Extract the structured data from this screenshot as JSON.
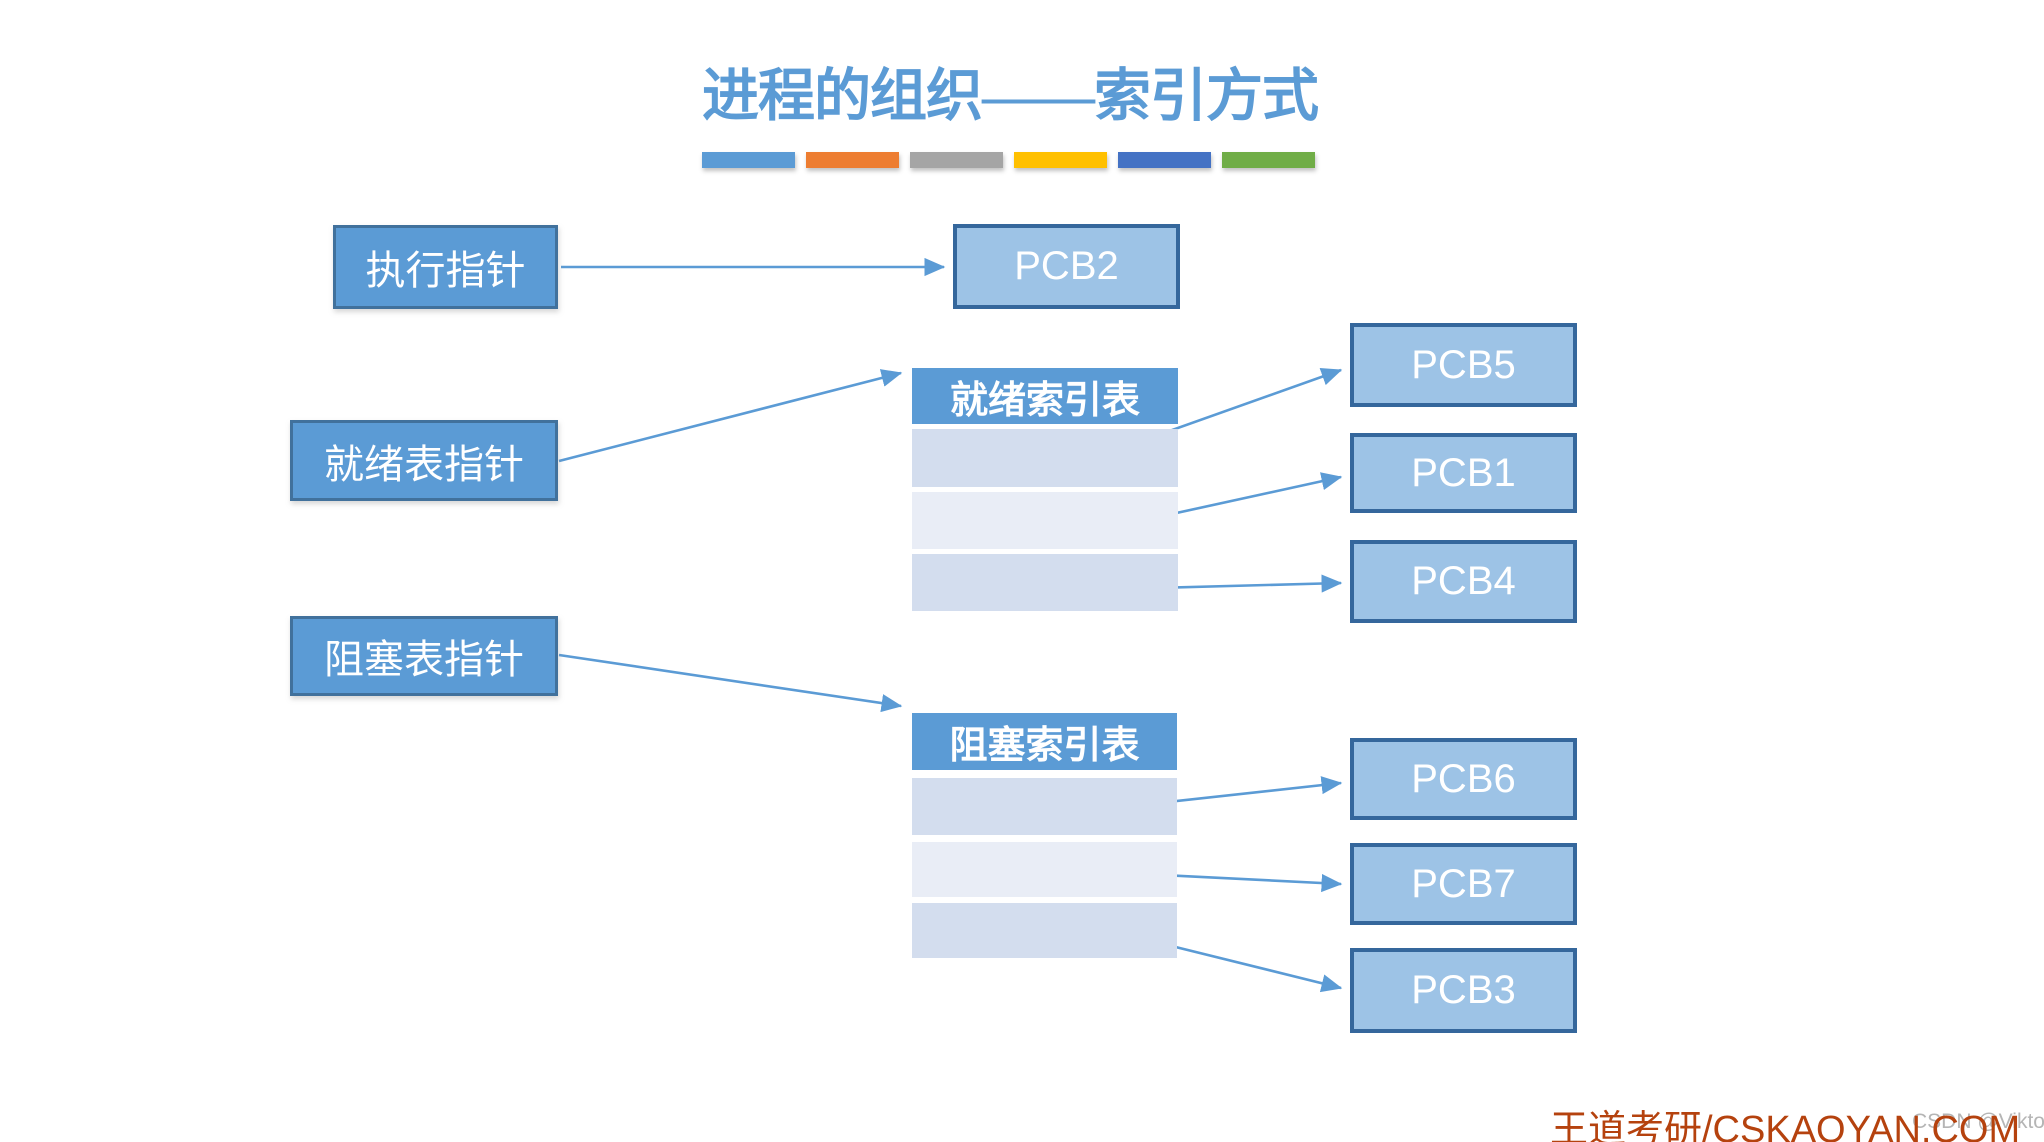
{
  "title": "进程的组织——索引方式",
  "accent_bars": {
    "colors": [
      "#5B9BD5",
      "#ED7D31",
      "#A5A5A5",
      "#FFC000",
      "#4472C4",
      "#70AD47"
    ]
  },
  "pointers": {
    "running": {
      "label": "执行指针"
    },
    "ready": {
      "label": "就绪表指针"
    },
    "blocked": {
      "label": "阻塞表指针"
    }
  },
  "index_tables": {
    "ready": {
      "title": "就绪索引表",
      "row_count": 3
    },
    "blocked": {
      "title": "阻塞索引表",
      "row_count": 3
    }
  },
  "pcb_boxes": {
    "running": "PCB2",
    "ready": [
      "PCB5",
      "PCB1",
      "PCB4"
    ],
    "blocked": [
      "PCB6",
      "PCB7",
      "PCB3"
    ]
  },
  "watermarks": {
    "brand": "王道考研/CSKAOYAN.COM",
    "csdn": "CSDN @Viktoriae"
  },
  "colors": {
    "title_blue": "#5B9BD5",
    "pointer_fill": "#5B9BD5",
    "pointer_border": "#41719C",
    "pcb_fill": "#9DC3E6",
    "pcb_border": "#35679C",
    "table_header_fill": "#5B9BD5",
    "table_row_dark": "#D3DDEE",
    "table_row_light": "#E9EDF6",
    "arrow_blue": "#5B9BD5",
    "brand_red": "#B5420E",
    "csdn_gray": "#B5B5B5"
  }
}
